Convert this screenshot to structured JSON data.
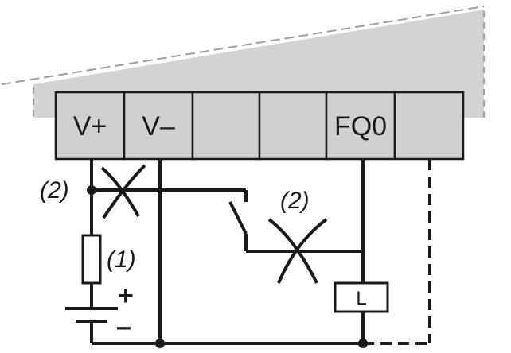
{
  "terminals": [
    {
      "label": "V+"
    },
    {
      "label": "V–"
    },
    {
      "label": ""
    },
    {
      "label": ""
    },
    {
      "label": "FQ0"
    },
    {
      "label": ""
    }
  ],
  "notes": {
    "note_left": "(2)",
    "note_right": "(2)",
    "fuse_note": "(1)"
  },
  "supply": {
    "plus": "+",
    "minus": "–"
  },
  "load": {
    "label": "L"
  },
  "colors": {
    "housing": "#d3d3d3",
    "housing_border": "#a0a0a0",
    "terminal_fill": "#d0d0d0",
    "wire": "#1a1a1a"
  }
}
